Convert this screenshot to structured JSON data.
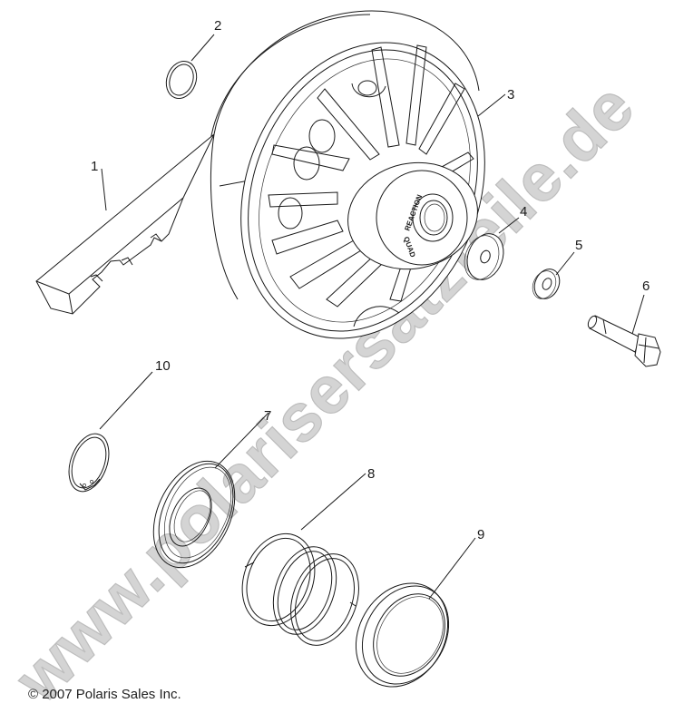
{
  "diagram": {
    "type": "exploded parts diagram",
    "subject": "driven clutch assembly",
    "background_color": "#ffffff",
    "line_color": "#1a1a1a",
    "watermark": {
      "text": "www.polarisersatzteile.de",
      "color": "#d4d4d4"
    },
    "hub_labels": {
      "line1": "REACTION",
      "line2": "QUAD"
    },
    "callouts": [
      {
        "number": "1",
        "part": "drive-belt"
      },
      {
        "number": "2",
        "part": "o-ring"
      },
      {
        "number": "3",
        "part": "driven-clutch-sheave"
      },
      {
        "number": "4",
        "part": "large-washer"
      },
      {
        "number": "5",
        "part": "small-washer"
      },
      {
        "number": "6",
        "part": "hex-bolt"
      },
      {
        "number": "7",
        "part": "spring-seat-cup"
      },
      {
        "number": "8",
        "part": "spring"
      },
      {
        "number": "9",
        "part": "seal"
      },
      {
        "number": "10",
        "part": "snap-ring"
      }
    ]
  },
  "footer": {
    "copyright": "© 2007 Polaris Sales Inc."
  }
}
